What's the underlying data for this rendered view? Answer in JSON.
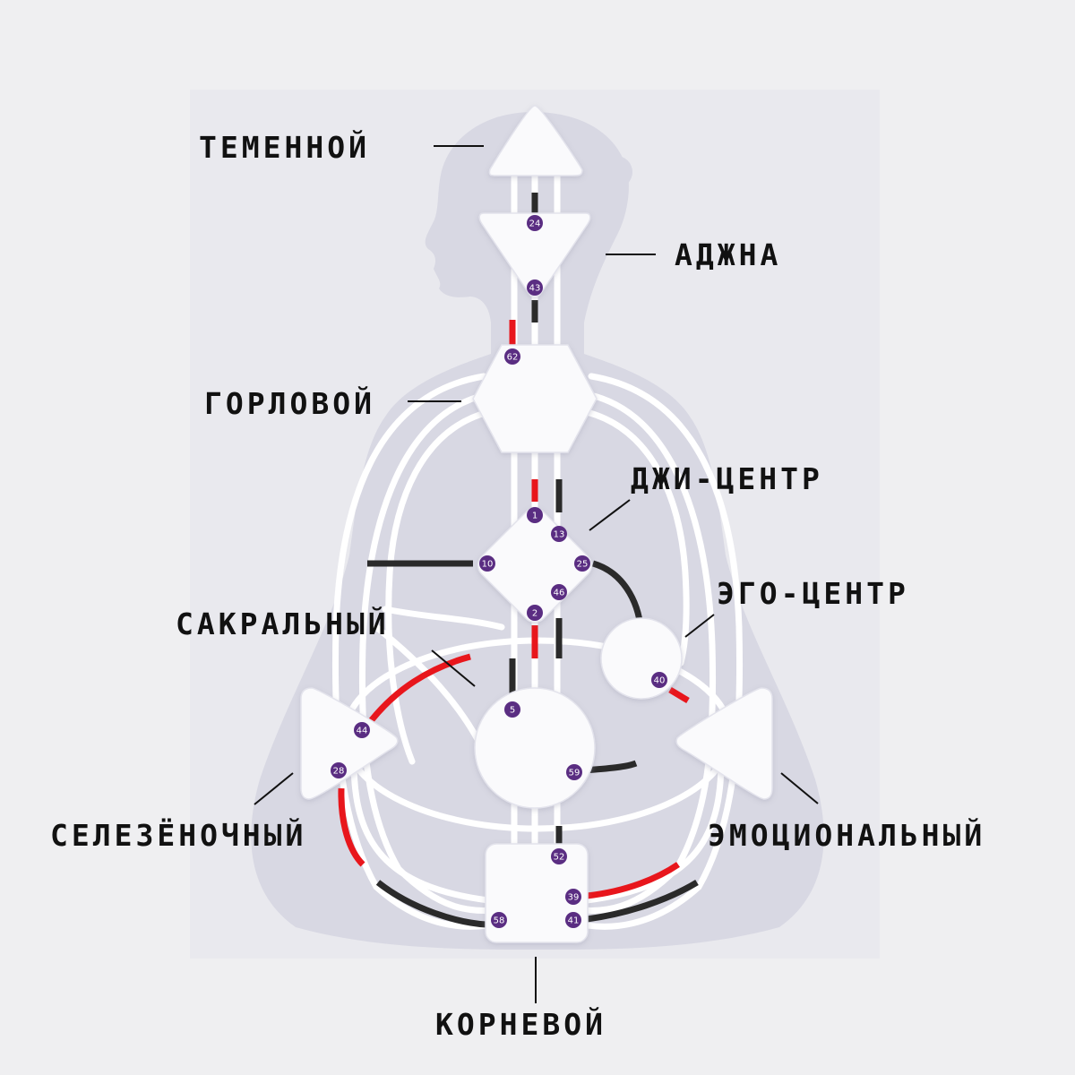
{
  "colors": {
    "background": "#efeff1",
    "silhouette": "#d8d8e3",
    "center_fill": "#fafafc",
    "channel_white": "#ffffff",
    "defined_red": "#e8161c",
    "defined_black": "#2a2a2a",
    "gate_badge": "#5a2d82",
    "label_text": "#111111"
  },
  "centers": {
    "head": {
      "label": "ТЕМЕННОЙ"
    },
    "ajna": {
      "label": "АДЖНА"
    },
    "throat": {
      "label": "ГОРЛОВОЙ"
    },
    "g": {
      "label": "ДЖИ-ЦЕНТР"
    },
    "ego": {
      "label": "ЭГО-ЦЕНТР"
    },
    "sacral": {
      "label": "САКРАЛЬНЫЙ"
    },
    "spleen": {
      "label": "СЕЛЕЗЁНОЧНЫЙ"
    },
    "emotional": {
      "label": "ЭМОЦИОНАЛЬНЫЙ"
    },
    "root": {
      "label": "КОРНЕВОЙ"
    }
  },
  "gates": {
    "g24": "24",
    "g43": "43",
    "g62": "62",
    "g1": "1",
    "g13": "13",
    "g10": "10",
    "g25": "25",
    "g46": "46",
    "g2": "2",
    "g40": "40",
    "g44": "44",
    "g28": "28",
    "g5": "5",
    "g59": "59",
    "g52": "52",
    "g39": "39",
    "g41": "41",
    "g58": "58"
  }
}
